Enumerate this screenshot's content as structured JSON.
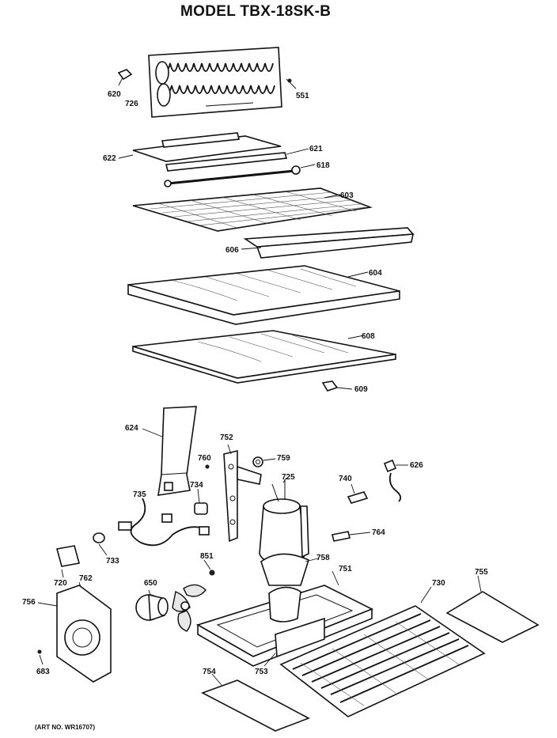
{
  "header": {
    "title": "MODEL TBX-18SK-B"
  },
  "footer": {
    "art_number": "(ART NO. WR16707)"
  },
  "callouts": {
    "c620": "620",
    "c726": "726",
    "c551": "551",
    "c622": "622",
    "c621": "621",
    "c618": "618",
    "c603": "603",
    "c606": "606",
    "c604": "604",
    "c608": "608",
    "c609": "609",
    "c624": "624",
    "c752": "752",
    "c760": "760",
    "c759": "759",
    "c626": "626",
    "c725": "725",
    "c740": "740",
    "c734": "734",
    "c735": "735",
    "c764": "764",
    "c851": "851",
    "c758": "758",
    "c751": "751",
    "c733": "733",
    "c720": "720",
    "c762": "762",
    "c650": "650",
    "c730": "730",
    "c755": "755",
    "c756": "756",
    "c683": "683",
    "c754": "754",
    "c753": "753"
  }
}
